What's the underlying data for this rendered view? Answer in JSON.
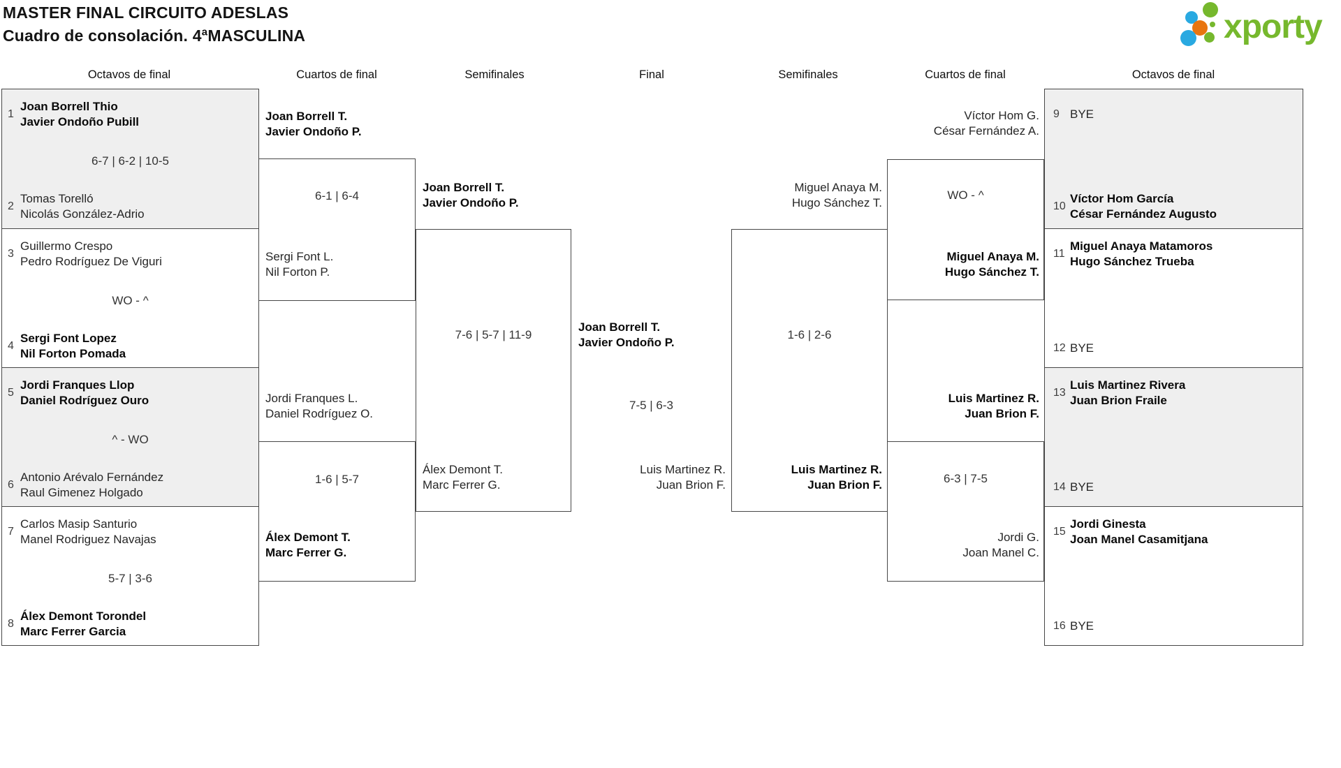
{
  "header": {
    "title_line1": "MASTER FINAL CIRCUITO ADESLAS",
    "title_line2": "Cuadro de consolación. 4ªMASCULINA"
  },
  "logo": {
    "brand": "xporty",
    "green": "#76b82d",
    "blue": "#29a9e1",
    "orange": "#e8750f"
  },
  "rounds": [
    "Octavos de final",
    "Cuartos de final",
    "Semifinales",
    "Final",
    "Semifinales",
    "Cuartos de final",
    "Octavos de final"
  ],
  "octavos_left": [
    {
      "seed_top": "1",
      "team_top": [
        "Joan Borrell Thio",
        "Javier Ondoño Pubill"
      ],
      "score": "6-7 | 6-2 | 10-5",
      "seed_bottom": "2",
      "team_bottom": [
        "Tomas Torelló",
        "Nicolás González-Adrio"
      ]
    },
    {
      "seed_top": "3",
      "team_top": [
        "Guillermo Crespo",
        "Pedro Rodríguez De Viguri"
      ],
      "score": "WO - ^",
      "seed_bottom": "4",
      "team_bottom": [
        "Sergi Font Lopez",
        "Nil Forton Pomada"
      ]
    },
    {
      "seed_top": "5",
      "team_top": [
        "Jordi Franques Llop",
        "Daniel Rodríguez Ouro"
      ],
      "score": "^ - WO",
      "seed_bottom": "6",
      "team_bottom": [
        "Antonio Arévalo Fernández",
        "Raul Gimenez Holgado"
      ]
    },
    {
      "seed_top": "7",
      "team_top": [
        "Carlos Masip Santurio",
        "Manel Rodriguez Navajas"
      ],
      "score": "5-7 | 3-6",
      "seed_bottom": "8",
      "team_bottom": [
        "Álex Demont Torondel",
        "Marc Ferrer Garcia"
      ]
    }
  ],
  "cuartos_left": [
    {
      "team_top": [
        "Joan Borrell T.",
        "Javier Ondoño P."
      ],
      "score": "6-1 | 6-4",
      "team_bottom": [
        "Sergi Font L.",
        "Nil Forton P."
      ]
    },
    {
      "team_top": [
        "Jordi Franques L.",
        "Daniel Rodríguez O."
      ],
      "score": "1-6 | 5-7",
      "team_bottom": [
        "Álex Demont T.",
        "Marc Ferrer G."
      ]
    }
  ],
  "semifinal_left": {
    "team_top": [
      "Joan Borrell T.",
      "Javier Ondoño P."
    ],
    "score": "7-6 | 5-7 | 11-9",
    "team_bottom": [
      "Álex Demont T.",
      "Marc Ferrer G."
    ]
  },
  "final": {
    "winner": [
      "Joan Borrell T.",
      "Javier Ondoño P."
    ],
    "score": "7-5 | 6-3",
    "runner_up": [
      "Luis Martinez R.",
      "Juan Brion F."
    ]
  },
  "semifinal_right": {
    "team_top": [
      "Miguel Anaya M.",
      "Hugo Sánchez T."
    ],
    "score": "1-6 | 2-6",
    "team_bottom": [
      "Luis Martinez R.",
      "Juan Brion F."
    ]
  },
  "cuartos_right": [
    {
      "team_top": [
        "Víctor Hom G.",
        "César Fernández A."
      ],
      "score": "WO - ^",
      "team_bottom": [
        "Miguel Anaya M.",
        "Hugo Sánchez T."
      ]
    },
    {
      "team_top": [
        "Luis Martinez R.",
        "Juan Brion F."
      ],
      "score": "6-3 | 7-5",
      "team_bottom": [
        "Jordi G.",
        "Joan Manel C."
      ]
    }
  ],
  "octavos_right": [
    {
      "seed_top": "9",
      "team_top": [
        "BYE"
      ],
      "seed_bottom": "10",
      "team_bottom": [
        "Víctor Hom García",
        "César Fernández Augusto"
      ]
    },
    {
      "seed_top": "11",
      "team_top": [
        "Miguel Anaya Matamoros",
        "Hugo Sánchez Trueba"
      ],
      "seed_bottom": "12",
      "team_bottom": [
        "BYE"
      ]
    },
    {
      "seed_top": "13",
      "team_top": [
        "Luis Martinez Rivera",
        "Juan Brion Fraile"
      ],
      "seed_bottom": "14",
      "team_bottom": [
        "BYE"
      ]
    },
    {
      "seed_top": "15",
      "team_top": [
        "Jordi Ginesta",
        "Joan Manel Casamitjana"
      ],
      "seed_bottom": "16",
      "team_bottom": [
        "BYE"
      ]
    }
  ]
}
